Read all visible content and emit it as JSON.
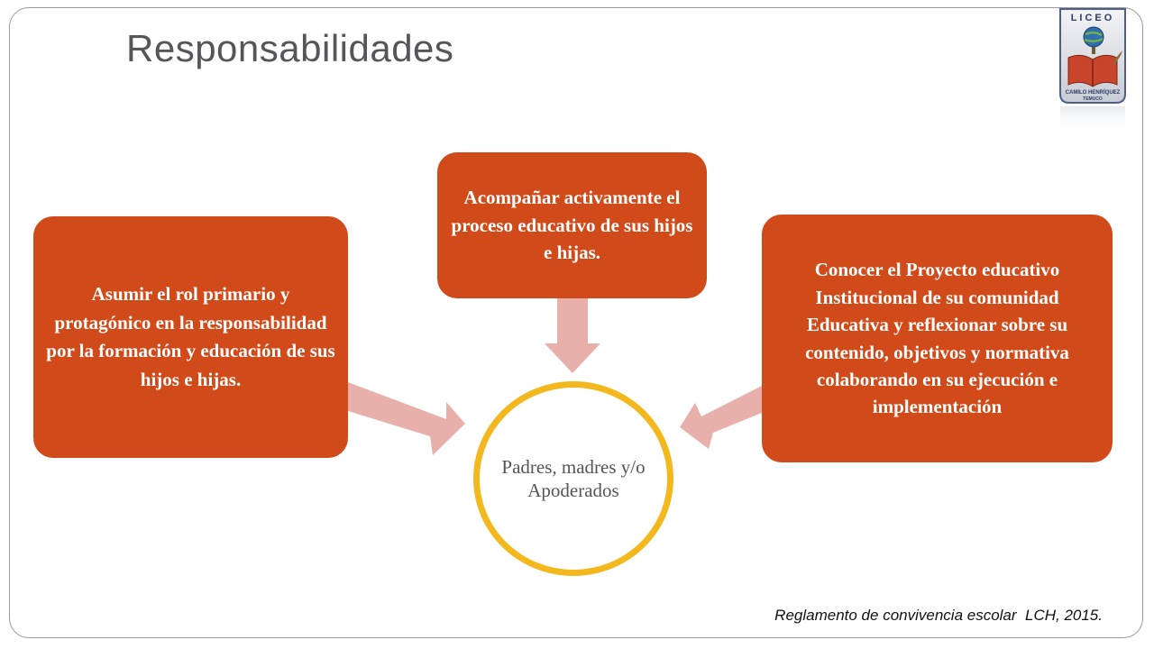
{
  "slide": {
    "title": "Responsabilidades",
    "citation": "Reglamento de convivencia escolar  LCH, 2015."
  },
  "diagram": {
    "center": "Padres, madres y/o Apoderados",
    "nodes": [
      {
        "id": "left",
        "text": "Asumir el rol primario y protagónico en la responsabilidad por la formación y educación de sus hijos e hijas."
      },
      {
        "id": "top",
        "text": "Acompañar activamente el proceso educativo de sus hijos e hijas."
      },
      {
        "id": "right",
        "text": "Conocer el Proyecto educativo Institucional de su comunidad Educativa y reflexionar sobre su contenido, objetivos y normativa colaborando en su ejecución e implementación"
      }
    ]
  },
  "logo": {
    "top_text": "LICEO",
    "name": "CAMILO HENRÍQUEZ",
    "city": "TEMUCO"
  },
  "colors": {
    "box": "#d04a1a",
    "arrow": "#e8b0ab",
    "circle_border": "#f2b81d",
    "title": "#55555a"
  }
}
